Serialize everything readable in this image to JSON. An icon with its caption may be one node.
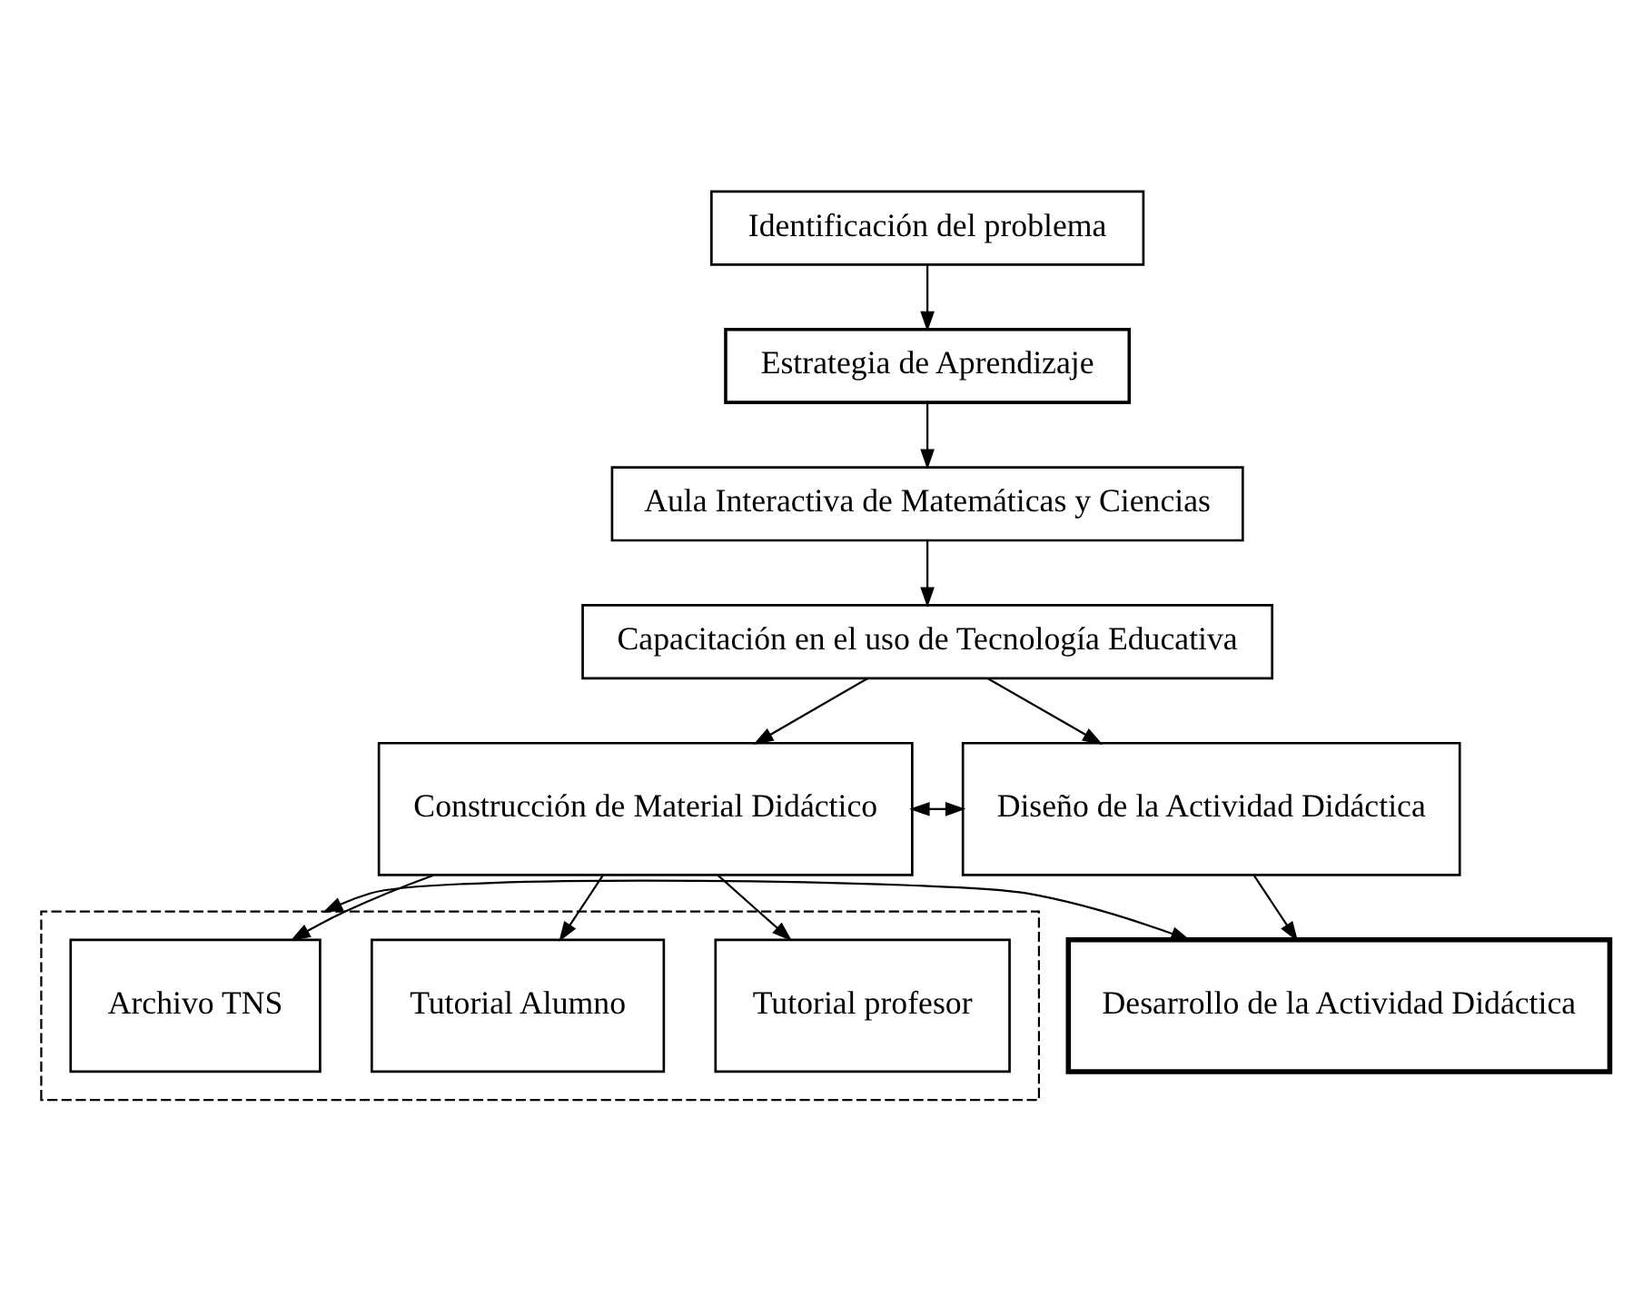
{
  "diagram": {
    "nodes": [
      {
        "text": [
          "Identificación del problema"
        ]
      },
      {
        "text": [
          "Estrategia de Aprendizaje"
        ]
      },
      {
        "text": [
          "Aula Interactiva de Matemáticas y Ciencias"
        ]
      },
      {
        "text": [
          "Capacitación en el uso de Tecnología Educativa"
        ]
      },
      {
        "text": [
          "Construcción de Material Didáctico"
        ]
      },
      {
        "text": [
          "Diseño de la Actividad Didáctica"
        ]
      },
      {
        "text": [],
        "shape": "box"
      },
      {
        "text": [
          "Tutorial profesor"
        ],
        "in": 6
      },
      {
        "text": [
          "Tutorial Alumno"
        ],
        "in": 6
      },
      {
        "text": [
          "Archivo TNS"
        ],
        "in": 6
      },
      {
        "text": [
          "Desarrollo de la Actividad Didáctica"
        ]
      }
    ],
    "edges": [
      {
        "from": 0,
        "to": 1,
        "arrow": "to"
      },
      {
        "from": 1,
        "to": 2,
        "arrow": "to"
      },
      {
        "from": 2,
        "to": 3,
        "arrow": "to"
      },
      {
        "from": 3,
        "to": 4,
        "arrow": "to"
      },
      {
        "from": 3,
        "to": 5,
        "arrow": "to"
      },
      {
        "from": 4,
        "to": 5,
        "arrow": "both"
      },
      {
        "from": 4,
        "to": 7,
        "arrow": "to"
      },
      {
        "from": 4,
        "to": 8,
        "arrow": "to"
      },
      {
        "from": 4,
        "to": 9,
        "arrow": "to"
      },
      {
        "from": 5,
        "to": 10,
        "arrow": "to"
      },
      {
        "from": 6,
        "to": 10,
        "arrow": "both"
      }
    ]
  }
}
